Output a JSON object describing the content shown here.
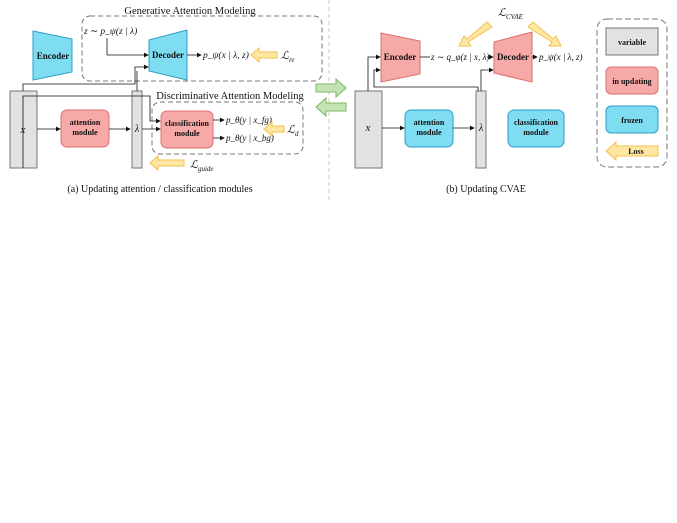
{
  "panel_a": {
    "generative_title": "Generative Attention Modeling",
    "discriminative_title": "Discriminative Attention Modeling",
    "caption": "(a) Updating attention / classification modules",
    "encoder": "Encoder",
    "decoder": "Decoder",
    "x": "x",
    "lambda": "λ",
    "prior": "z ∼ p_ψ(z | λ)",
    "decoder_out": "p_ψ(x | λ, z)",
    "loss_re": "L_re",
    "attention_module": [
      "attention",
      "module"
    ],
    "classification_module": [
      "classification",
      "module"
    ],
    "cls_out_fg": "p_θ(y | x_fg)",
    "cls_out_bg": "p_θ(y | x_bg)",
    "loss_d": "L_d",
    "loss_guide": "L_guide"
  },
  "panel_b": {
    "caption": "(b) Updating CVAE",
    "loss_cvae": "L_CVAE",
    "encoder": "Encoder",
    "decoder": "Decoder",
    "posterior": "z ∼ q_φ(z | x, λ)",
    "decoder_out": "p_ψ(x | λ, z)",
    "x": "x",
    "lambda": "λ",
    "attention_module": [
      "attention",
      "module"
    ],
    "classification_module": [
      "classification",
      "module"
    ]
  },
  "legend": {
    "variable": "variable",
    "in_updating": "in updating",
    "frozen": "frozen",
    "loss": "Loss"
  },
  "colors": {
    "frozen_fill": "#7FDDF2",
    "frozen_stroke": "#2E9CC7",
    "updating_fill": "#F7A9A8",
    "updating_stroke": "#D9716F",
    "variable_fill": "#E2E2E2",
    "variable_stroke": "#777777",
    "loss_fill": "#FFE6A3",
    "loss_stroke": "#F2C14E",
    "swap_fill": "#C6E3B5",
    "swap_stroke": "#7DB862"
  }
}
